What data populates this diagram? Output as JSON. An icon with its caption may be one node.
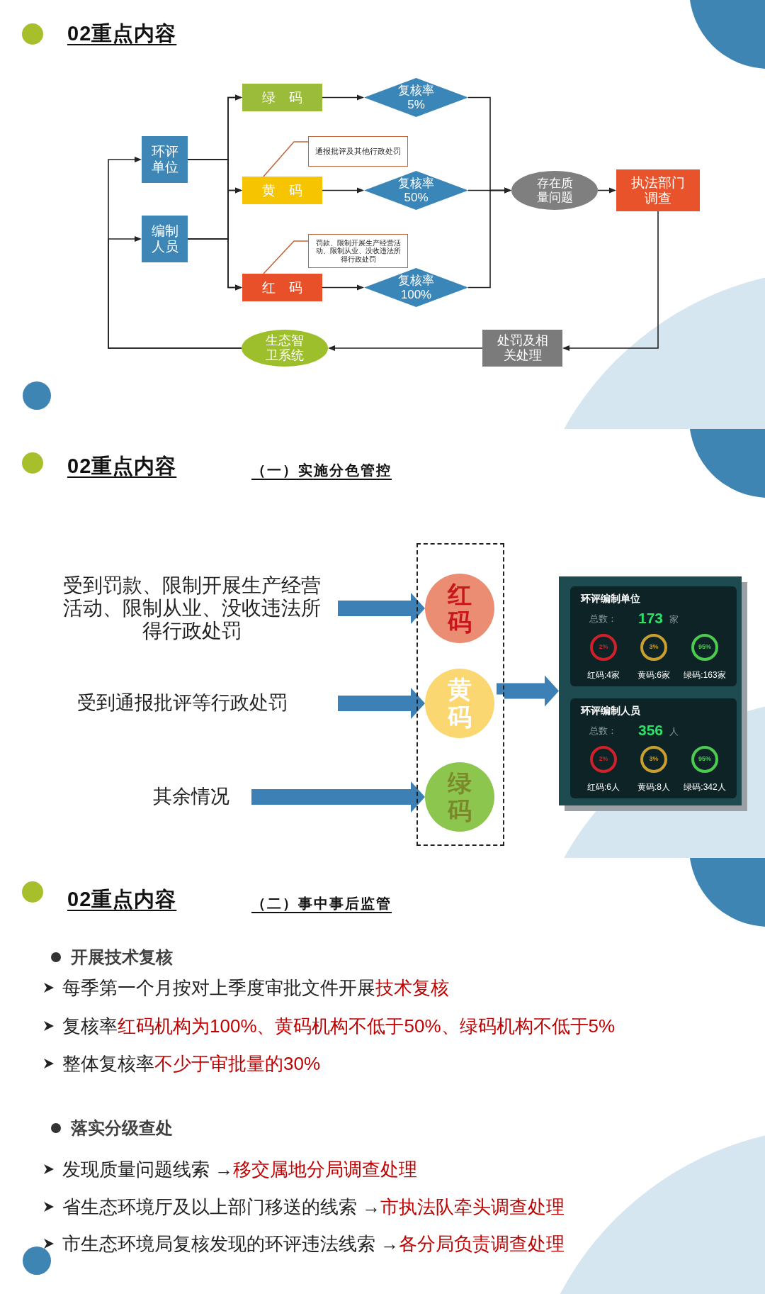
{
  "diagram": {
    "nodes": [
      {
        "text": [
          "环评单位"
        ]
      },
      {
        "text": [
          "编制人员"
        ]
      },
      {
        "text": [
          "绿 码"
        ]
      },
      {
        "text": [
          "通报批评及其他行政处罚"
        ]
      },
      {
        "text": [
          "黄 码"
        ]
      },
      {
        "text": [
          "罚款、限制开展生产经营活动、限制从业、没收违法所得行政处罚"
        ]
      },
      {
        "text": [
          "红 码"
        ]
      },
      {
        "text": [
          "复核率 5%"
        ]
      },
      {
        "text": [
          "复核率 50%"
        ]
      },
      {
        "text": [
          "复核率 100%"
        ]
      },
      {
        "text": [
          "存在质量问题"
        ]
      },
      {
        "text": [
          "执法部门调查"
        ]
      },
      {
        "text": [
          "处罚及相关处理"
        ]
      },
      {
        "text": [
          "生态智卫系统"
        ]
      },
      {
        "text": [
          "受到罚款、限制开展生产经营活动、限制从业、没收违法所得行政处罚"
        ]
      },
      {
        "text": [
          "受到通报批评等行政处罚"
        ]
      },
      {
        "text": [
          "其余情况"
        ]
      },
      {
        "text": [],
        "shape": "box"
      },
      {
        "text": [
          "红码"
        ],
        "in": 17
      },
      {
        "text": [
          "黄码"
        ],
        "in": 17
      },
      {
        "text": [
          "绿码"
        ],
        "in": 17
      },
      {
        "text": [],
        "shape": "box"
      },
      {
        "text": [
          "环评编制单位",
          "总数：",
          "173",
          "家",
          "2%",
          "3%",
          "95%",
          "红码:4家",
          "黄码:6家",
          "绿码:163家"
        ],
        "in": 21
      },
      {
        "text": [
          "环评编制人员",
          "总数：",
          "356",
          "人",
          "2%",
          "3%",
          "95%",
          "红码:6人",
          "黄码:8人",
          "绿码:342人"
        ],
        "in": 21
      }
    ],
    "edges": [
      {
        "from": 0,
        "to": 2,
        "arrow": "to"
      },
      {
        "from": 0,
        "to": 4,
        "arrow": "to"
      },
      {
        "from": 0,
        "to": 6,
        "arrow": "to"
      },
      {
        "from": 1,
        "to": 2,
        "arrow": "to"
      },
      {
        "from": 1,
        "to": 4,
        "arrow": "to"
      },
      {
        "from": 1,
        "to": 6,
        "arrow": "to"
      },
      {
        "from": 3,
        "to": 4,
        "arrow": "none",
        "color": "#c0673e"
      },
      {
        "from": 5,
        "to": 6,
        "arrow": "none",
        "color": "#c0673e"
      },
      {
        "from": 2,
        "to": 7,
        "arrow": "to"
      },
      {
        "from": 4,
        "to": 8,
        "arrow": "to"
      },
      {
        "from": 6,
        "to": 9,
        "arrow": "to"
      },
      {
        "from": 7,
        "to": 10,
        "arrow": "to"
      },
      {
        "from": 8,
        "to": 10,
        "arrow": "to"
      },
      {
        "from": 9,
        "to": 10,
        "arrow": "to"
      },
      {
        "from": 10,
        "to": 11,
        "arrow": "to"
      },
      {
        "from": 11,
        "to": 12,
        "arrow": "to"
      },
      {
        "from": 12,
        "to": 13,
        "arrow": "to"
      },
      {
        "from": 13,
        "to": 0,
        "arrow": "to"
      },
      {
        "from": 13,
        "to": 1,
        "arrow": "to"
      },
      {
        "from": 14,
        "to": 18,
        "arrow": "to",
        "style": "thick",
        "color": "#3d80b5"
      },
      {
        "from": 15,
        "to": 19,
        "arrow": "to",
        "style": "thick",
        "color": "#3d80b5"
      },
      {
        "from": 16,
        "to": 20,
        "arrow": "to",
        "style": "thick",
        "color": "#3d80b5"
      },
      {
        "from": 17,
        "to": 21,
        "arrow": "to",
        "style": "thick",
        "color": "#3d80b5"
      }
    ],
    "labels": [
      "02重点内容",
      "02重点内容",
      "（一）实施分色管控",
      "02重点内容",
      "（二）事中事后监管",
      "开展技术复核",
      "每季第一个月按对上季度审批文件开展",
      "技术复核",
      "复核率",
      "红码机构为100%、黄码机构不低于50%、绿码机构不低于5%",
      "整体复核率",
      "不少于审批量的30%",
      "落实分级查处",
      "发现质量问题线索 →",
      "移交属地分局调查处理",
      "省生态环境厅及以上部门移送的线索 →",
      "市执法队牵头调查处理",
      "市生态环境局复核发现的环评违法线索 →",
      "各分局负责调查处理"
    ]
  }
}
